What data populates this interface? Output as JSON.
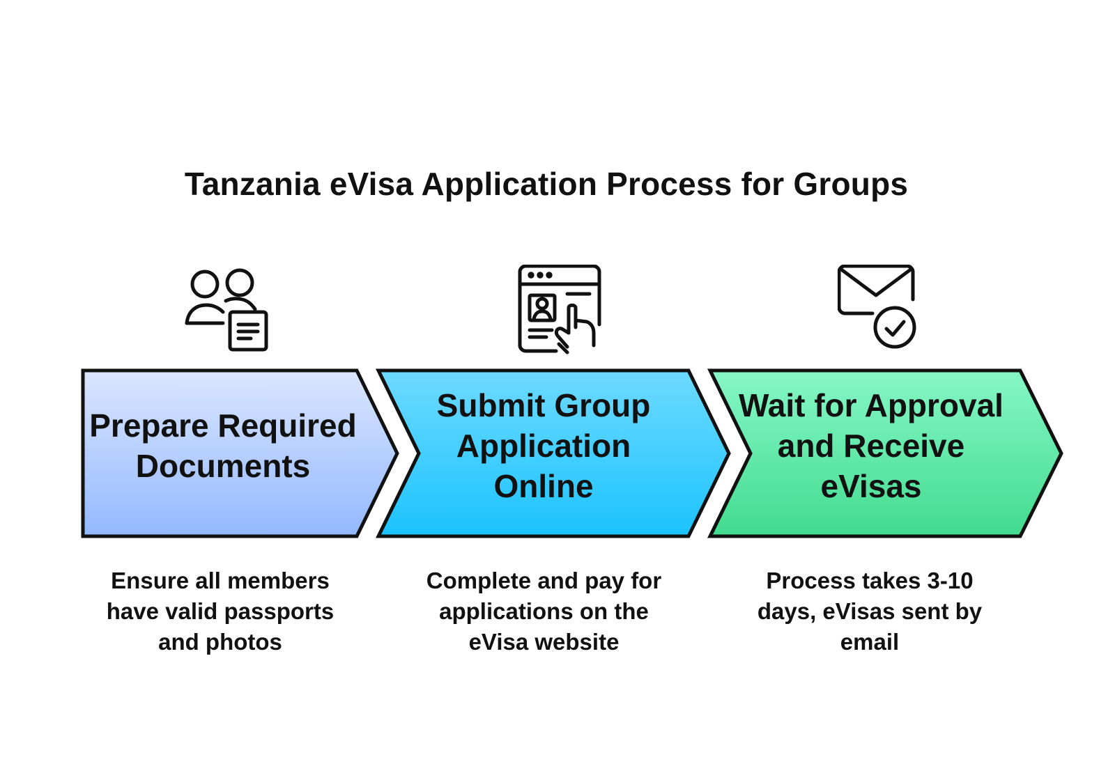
{
  "title": "Tanzania eVisa Application Process for Groups",
  "steps": [
    {
      "label": "Prepare Required Documents",
      "description": "Ensure all members have valid passports and photos",
      "icon": "group-document-icon",
      "color_top": "#dbe6ff",
      "color_bottom": "#93b8ff"
    },
    {
      "label": "Submit Group Application Online",
      "description": "Complete and pay for applications on the eVisa website",
      "icon": "online-form-click-icon",
      "color_top": "#6ddaff",
      "color_bottom": "#1cc3ff"
    },
    {
      "label": "Wait for Approval and Receive eVisas",
      "description": "Process takes 3-10 days, eVisas sent by email",
      "icon": "email-check-icon",
      "color_top": "#86f7c6",
      "color_bottom": "#42db8f"
    }
  ],
  "colors": {
    "outline": "#111111",
    "text": "#111111",
    "background": "#ffffff"
  }
}
